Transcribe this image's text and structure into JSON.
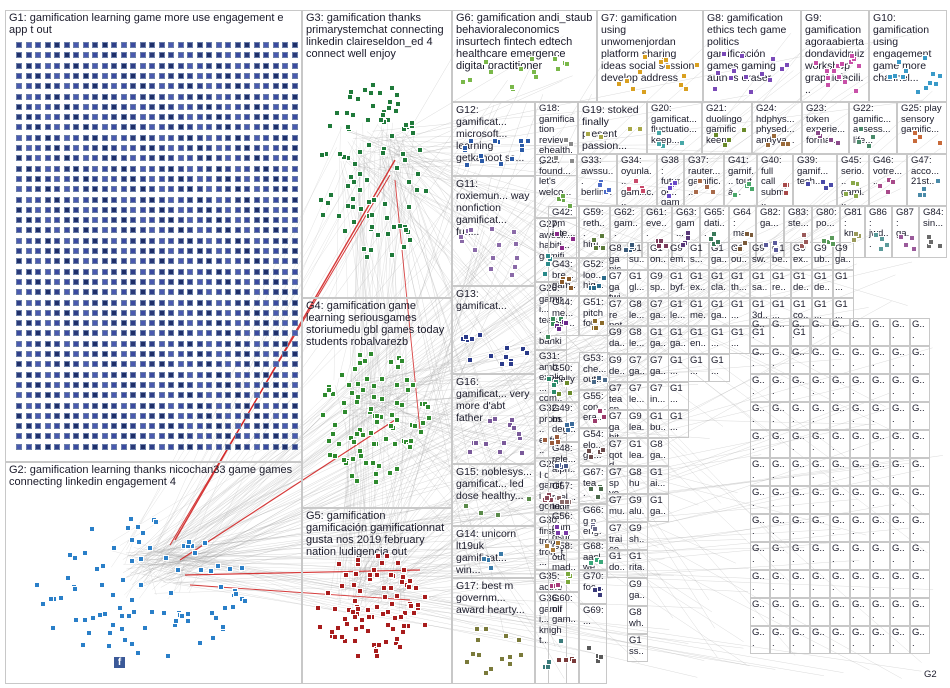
{
  "groups": [
    {
      "id": "G1",
      "label": "G1: gamification learning game more use engagement e app t out",
      "color": "#4a4a8c"
    },
    {
      "id": "G2",
      "label": "G2: gamification learning thanks nicochan33 game games connecting linkedin engagement 4",
      "color": "#2a7fc8"
    },
    {
      "id": "G3",
      "label": "G3: gamification thanks primarystemchat connecting linkedin claireseldon_ed 4 connect well enjoy",
      "color": "#1f7a3a"
    },
    {
      "id": "G4",
      "label": "G4: gamification game learning seriousgames storiumedu gbl games today students robalvarezb",
      "color": "#2e8a2e"
    },
    {
      "id": "G5",
      "label": "G5: gamification gamificación gamificationnat gusta nos 2019 february nation ludigencia out",
      "color": "#a81c1c"
    },
    {
      "id": "G6",
      "label": "G6: gamification andi_staub behavioraleconomics insurtech fintech edtech healthcare emergence digital practitioner",
      "color": "#7ab84a"
    },
    {
      "id": "G7",
      "label": "G7: gamification using unwomenjordan platform sharing ideas social session develop address",
      "color": "#d9a020"
    },
    {
      "id": "G8",
      "label": "G8: gamification ethics tech game politics gamificación games gaming autnes eraser",
      "color": "#7a4ab8"
    },
    {
      "id": "G9",
      "label": "G9: gamification agoraabierta dondavidruiz workshop graphicfacili...",
      "color": "#c850a8"
    },
    {
      "id": "G10",
      "label": "G10: gamification using engagement game more channel...",
      "color": "#3a9ac8"
    },
    {
      "id": "G12",
      "label": "G12: gamificat... microsoft... learning getkahoot ss...",
      "color": "#2a5aa8"
    },
    {
      "id": "G18",
      "label": "G18: gamification review ehealth...",
      "color": "#8a8a8a"
    },
    {
      "id": "G19",
      "label": "G19: stoked finally present passion...",
      "color": "#a8a848"
    },
    {
      "id": "G20",
      "label": "G20: gamificat... fluctuatio... keep...",
      "color": "#48a8a8"
    },
    {
      "id": "G21",
      "label": "G21: duolingo gamific keep",
      "color": "#6a8a2a"
    },
    {
      "id": "G24",
      "label": "G24: hdphys... physed... andyva...",
      "color": "#9a6a3a"
    },
    {
      "id": "G23",
      "label": "G23: token experie... forma...",
      "color": "#8a4a8a"
    },
    {
      "id": "G22",
      "label": "G22: gamific... assess... life...",
      "color": "#4a8a6a"
    },
    {
      "id": "G25",
      "label": "G25: play sensory gamific...",
      "color": "#c86a3a"
    },
    {
      "id": "G11",
      "label": "G11: roxiemun... way nonfiction gamificat... fun...",
      "color": "#8a6aa8"
    },
    {
      "id": "G28",
      "label": "G28: found... let's welco...",
      "color": "#6aa84a"
    },
    {
      "id": "G33",
      "label": "G33: awssu... berlin...",
      "color": "#4a6ac8"
    },
    {
      "id": "G34",
      "label": "G34: oyunla... gamific...",
      "color": "#c84a6a"
    },
    {
      "id": "G38",
      "label": "G38: futuror... gamific...",
      "color": "#6a4ac8"
    },
    {
      "id": "G37",
      "label": "G37: rauter... gamific...",
      "color": "#a86a4a"
    },
    {
      "id": "G41",
      "label": "G41: gamif... tout à...",
      "color": "#4aa86a"
    },
    {
      "id": "G40",
      "label": "G40: full call submi...",
      "color": "#a84a4a"
    },
    {
      "id": "G39",
      "label": "G39: gamif... tech...",
      "color": "#4a4aa8"
    },
    {
      "id": "G45",
      "label": "G45: serio... gami...",
      "color": "#8aa84a"
    },
    {
      "id": "G46",
      "label": "G46: votre... ...",
      "color": "#a84a8a"
    },
    {
      "id": "G47",
      "label": "G47: acco... 21st...",
      "color": "#4a8aa8"
    },
    {
      "id": "G27",
      "label": "G27: awsel... habiti... gamifi...",
      "color": "#2a8a8a"
    },
    {
      "id": "G42",
      "label": "G42: pm inte...",
      "color": "#8a2a8a"
    },
    {
      "id": "G59",
      "label": "G59: reth... him...",
      "color": "#5a7a3a"
    },
    {
      "id": "G62",
      "label": "G62: gam...",
      "color": "#3a5a7a"
    },
    {
      "id": "G61",
      "label": "G61: eve...",
      "color": "#7a3a5a"
    },
    {
      "id": "G63",
      "label": "G63: gam...",
      "color": "#5a3a7a"
    },
    {
      "id": "G65",
      "label": "G65: dati...",
      "color": "#3a7a5a"
    },
    {
      "id": "G64",
      "label": "G64: ma...",
      "color": "#7a5a3a"
    },
    {
      "id": "G82",
      "label": "G82: ga...",
      "color": "#5a5a9a"
    },
    {
      "id": "G83",
      "label": "G83: ste...",
      "color": "#9a5a5a"
    },
    {
      "id": "G80",
      "label": "G80: po...",
      "color": "#5a9a5a"
    },
    {
      "id": "G81",
      "label": "G81: km...",
      "color": "#9a9a5a"
    },
    {
      "id": "G86",
      "label": "G86: jwd...",
      "color": "#5a9a9a"
    },
    {
      "id": "G87",
      "label": "G87: ga...",
      "color": "#9a5a9a"
    },
    {
      "id": "G84",
      "label": "G84: sin...",
      "color": "#6a6a6a"
    },
    {
      "id": "G13",
      "label": "G13: gamificat...",
      "color": "#2a3a8a"
    },
    {
      "id": "G26",
      "label": "G26: gamifi... teac... banki...",
      "color": "#3a8a5a"
    },
    {
      "id": "G43",
      "label": "G43: bre... gam...",
      "color": "#8a5a2a"
    },
    {
      "id": "G52",
      "label": "G52: loo... hig...",
      "color": "#2a6a8a"
    },
    {
      "id": "G44",
      "label": "G44: me... last...",
      "color": "#6a2a8a"
    },
    {
      "id": "G51",
      "label": "G51: pitch for...",
      "color": "#8a6a2a"
    },
    {
      "id": "G31",
      "label": "G31: amb explic... com...",
      "color": "#2a8a6a"
    },
    {
      "id": "G50",
      "label": "G50: really",
      "color": "#6a8a2a"
    },
    {
      "id": "G53",
      "label": "G53: che... out...",
      "color": "#4a6a8a"
    },
    {
      "id": "G16",
      "label": "G16: gamificat... very more d'abt father",
      "color": "#7a5a9a"
    },
    {
      "id": "G32",
      "label": "G32: prom... enfer... hoy...",
      "color": "#9a5a3a"
    },
    {
      "id": "G49",
      "label": "G49: bs deg...",
      "color": "#3a6a9a"
    },
    {
      "id": "G55",
      "label": "G55: con... era...",
      "color": "#9a3a6a"
    },
    {
      "id": "G15",
      "label": "G15: noblesys... gamificat... led dose healthy...",
      "color": "#5a8a4a"
    },
    {
      "id": "G29",
      "label": "G29: I d gamifi... gone...",
      "color": "#8a4a5a"
    },
    {
      "id": "G48",
      "label": "G48: rele... alph...",
      "color": "#4a5a8a"
    },
    {
      "id": "G54",
      "label": "G54: elo... ga...",
      "color": "#6a4a4a"
    },
    {
      "id": "G67",
      "label": "G67: tea...",
      "color": "#4a6a4a"
    },
    {
      "id": "G57",
      "label": "G57: rael... ludif...",
      "color": "#8a6a6a"
    },
    {
      "id": "G66",
      "label": "G66: g n eng...",
      "color": "#6a6a8a"
    },
    {
      "id": "G14",
      "label": "G14: unicorn lt19uk gamificat... win...",
      "color": "#3a7aa8"
    },
    {
      "id": "G30",
      "label": "G30: first tron tron_t...",
      "color": "#a87a3a"
    },
    {
      "id": "G56",
      "label": "G56: gam dsut...",
      "color": "#7a3aa8"
    },
    {
      "id": "G68",
      "label": "G68: aasl we... tea...",
      "color": "#3aa87a"
    },
    {
      "id": "G35",
      "label": "G35: actnext fortnit...",
      "color": "#a83a7a"
    },
    {
      "id": "G58",
      "label": "G58: out mad...",
      "color": "#7aa83a"
    },
    {
      "id": "G70",
      "label": "G70: foc...",
      "color": "#3a3a7a"
    },
    {
      "id": "G17",
      "label": "G17: best m governm... award hearty...",
      "color": "#7a7a3a"
    },
    {
      "id": "G36",
      "label": "G36: gamifi... knight...",
      "color": "#3a7a7a"
    },
    {
      "id": "G60",
      "label": "G60: oli gam...",
      "color": "#7a3a3a"
    },
    {
      "id": "G69",
      "label": "G69: ...",
      "color": "#5a5a5a"
    }
  ],
  "small_cells": {
    "col1": [
      "G8 ga nic...",
      "G7 ga twi...",
      "G7 re net...",
      "G9 da...",
      "G9 de...",
      "G7 tea cp...",
      "G7 ga hit...",
      "G7 qotd tea...",
      "G7 sp ye...",
      "G7 mu...",
      "G7 trai co...",
      "G1 do..."
    ],
    "col2": [
      "G1 su...",
      "G1 gl...",
      "G8 le...",
      "G8 le...",
      "G7 ga...",
      "G7 le...",
      "G9 lea...",
      "G1 lea...",
      "G8 hu ...",
      "G9 alu...",
      "G9 sh...",
      "G1 rita...",
      "G9 ga...",
      "G8 wh...",
      "G1 ss..."
    ],
    "col3": [
      "G1 on...",
      "G9 sp...",
      "G7 ga...",
      "G1 ga...",
      "G7 ga...",
      "G7 in...",
      "G1 bu...",
      "G8 ga...",
      "G1 ai...",
      "G1 ga..."
    ],
    "col4": [
      "G9 em...",
      "G1 byf...",
      "G1 le...",
      "G1 ga...",
      "G1 ...",
      "G1 ...",
      "G1 ..."
    ],
    "col5": [
      "G1 s...",
      "G1 ex...",
      "G1 me...",
      "G1 en...",
      "G1 ..."
    ],
    "col6": [
      "G1 ga...",
      "G1 cla...",
      "G1 ga...",
      "G1 ...",
      "G1 ..."
    ],
    "col7": [
      "G1 ou...",
      "G1 th...",
      "G1 ...",
      "G1 ..."
    ],
    "col8": [
      "G9 sw...",
      "G1 sa...",
      "G1 3d...",
      "G1 ..."
    ],
    "col9": [
      "G1 be...",
      "G1 re...",
      "G1 ..."
    ],
    "col10": [
      "G9 ex...",
      "G1 de...",
      "G1 co...",
      "G1 ..."
    ],
    "col11": [
      "G9 ub...",
      "G1 de...",
      "G1 ..."
    ],
    "col12": [
      "G9 ga...",
      "G1 ...",
      "G1 ..."
    ]
  },
  "corner_label": "G2",
  "icons": {
    "facebook_glyph": "f"
  }
}
